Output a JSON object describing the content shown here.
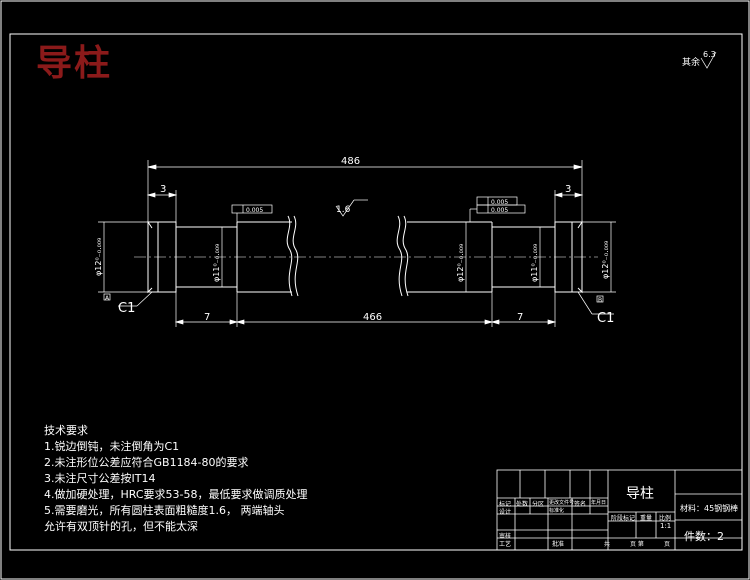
{
  "title_big": "导柱",
  "roughness_other": "其余",
  "roughness_value": "6.3",
  "dims": {
    "overall": "486",
    "left_shoulder": "3",
    "right_shoulder": "3",
    "left_journal": "7",
    "middle": "466",
    "right_journal": "7",
    "roughness_center": "1.6",
    "dia_left_end": "φ12⁰₋₀.₀₀₉",
    "dia_left_journal": "φ11⁰₋₀.₀₀₉",
    "dia_mid": "φ12⁰₋₀.₀₀₉",
    "dia_right_journal": "φ11⁰₋₀.₀₀₉",
    "dia_right_end": "φ12⁰₋₀.₀₀₉",
    "chamfer_left": "C1",
    "chamfer_right": "C1",
    "datum_left": "A",
    "datum_right": "B",
    "tol_left": "0.005",
    "tol_right_1": "0.005",
    "tol_right_2": "0.005"
  },
  "notes": {
    "heading": "技术要求",
    "items": [
      "1.锐边倒钝，未注倒角为C1",
      "2.未注形位公差应符合GB1184-80的要求",
      "3.未注尺寸公差按IT14",
      "4.做加硬处理，HRC要求53-58，最低要求做调质处理",
      "5.需要磨光，所有圆柱表面粗糙度1.6，  两端轴头",
      "允许有双顶针的孔，但不能太深"
    ]
  },
  "title_block": {
    "part_name": "导柱",
    "material": "材料：45钢钢棒",
    "quantity": "件数：2",
    "scale_label": "比例",
    "scale_value": "1:1",
    "weight_label": "重量",
    "stage_label": "阶段标记",
    "mark_label": "标记",
    "count_label": "处数",
    "zone_label": "分区",
    "doc_label": "更改文件号",
    "sign_label": "签名",
    "date_label": "年月日",
    "design_label": "设计",
    "standard_label": "标准化",
    "review_label": "审核",
    "process_label": "工艺",
    "approve_label": "批准",
    "total_label": "共",
    "sheet_label": "页 第",
    "page_label": "页"
  }
}
